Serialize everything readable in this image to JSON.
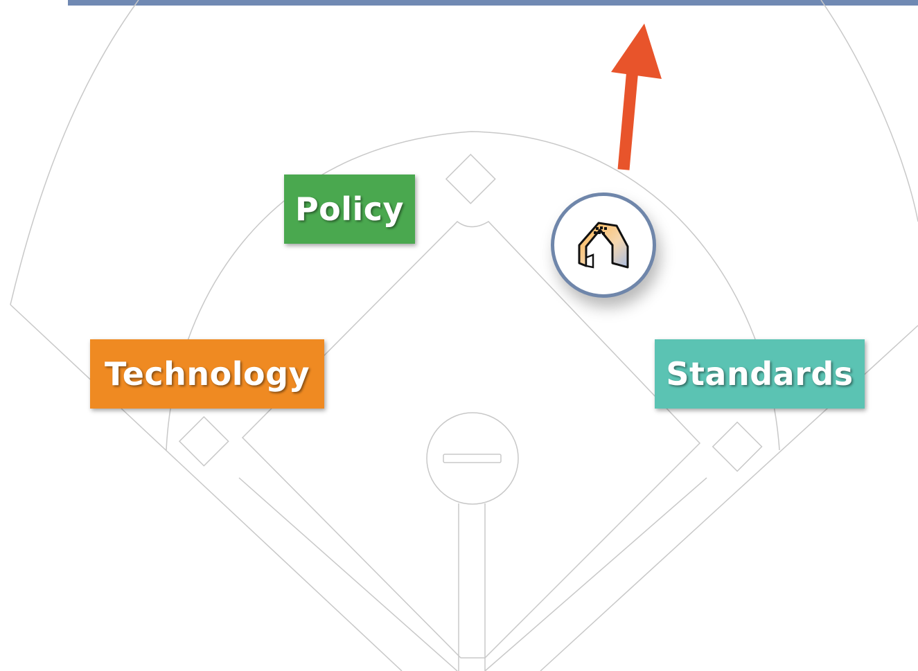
{
  "labels": {
    "policy": "Policy",
    "technology": "Technology",
    "standards": "Standards"
  },
  "icons": {
    "home": "house-icon",
    "arrow": "up-arrow-icon"
  },
  "colors": {
    "top_bar": "#7089b3",
    "policy": "#4aa84f",
    "technology": "#ef8a22",
    "standards": "#5bc3b3",
    "arrow": "#e8542b",
    "badge_border": "#6f86aa",
    "field_lines": "#c8c8c8"
  }
}
